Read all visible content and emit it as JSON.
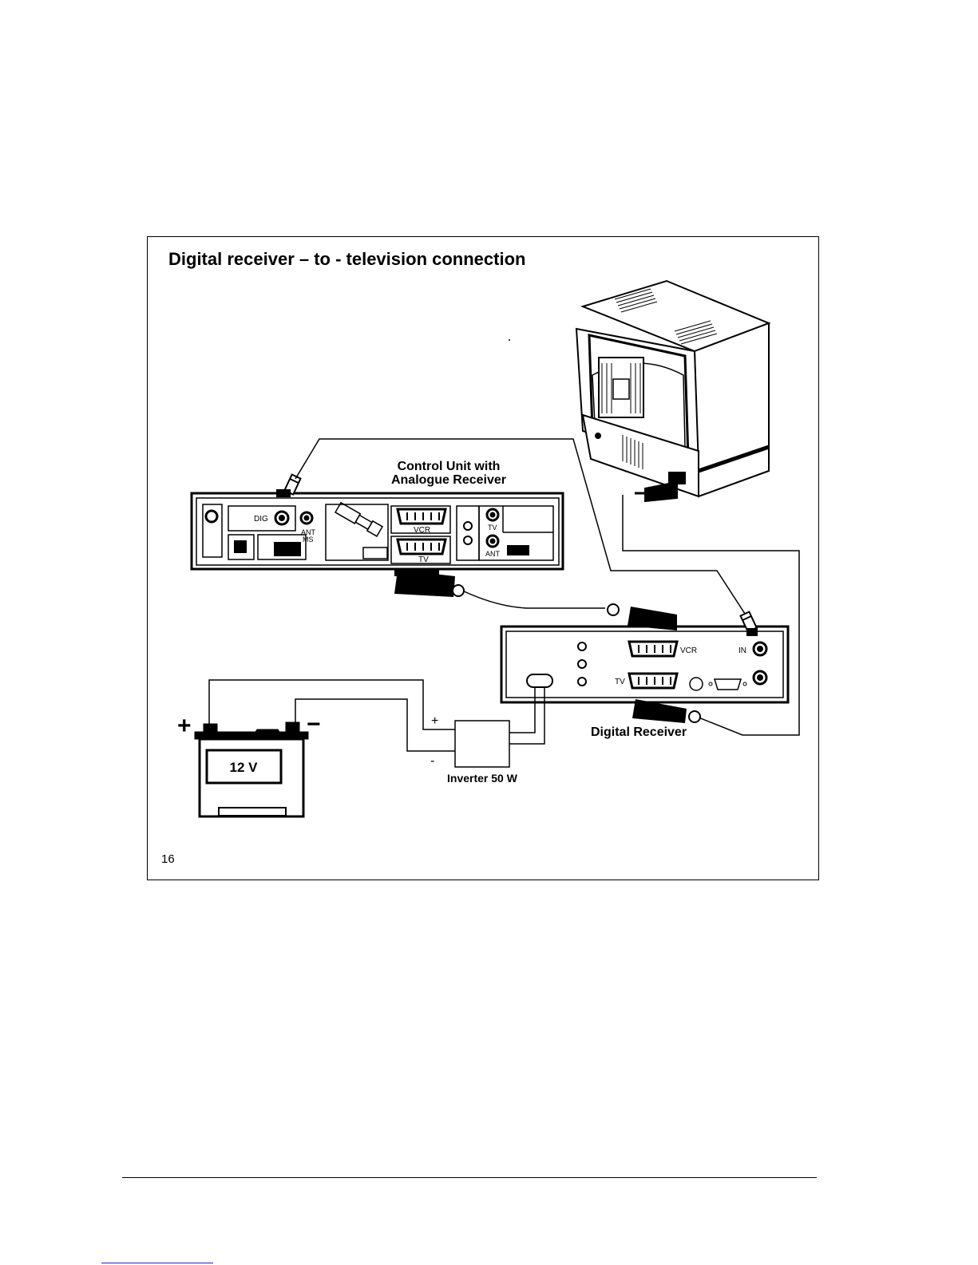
{
  "title": "Digital receiver – to - television connection",
  "page_number": "16",
  "control_unit": {
    "label_line1": "Control Unit with",
    "label_line2": "Analogue Receiver",
    "port_dig": "DIG",
    "port_ant_ms_line1": "ANT",
    "port_ant_ms_line2": "MS",
    "port_vcr": "VCR",
    "port_tv": "TV",
    "port_tv_small": "TV",
    "port_ant": "ANT"
  },
  "digital_receiver": {
    "label": "Digital Receiver",
    "port_vcr": "VCR",
    "port_tv": "TV",
    "port_in": "IN"
  },
  "battery": {
    "voltage": "12 V",
    "plus": "+",
    "minus": "−"
  },
  "inverter": {
    "label": "Inverter 50 W",
    "plus": "+",
    "minus": "-"
  }
}
